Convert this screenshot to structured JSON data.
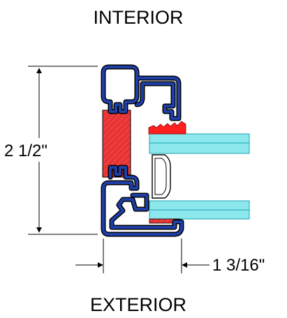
{
  "labels": {
    "top": "INTERIOR",
    "bottom": "EXTERIOR",
    "height_dimension": "2  1/2\"",
    "width_dimension": "1  3/16\""
  },
  "colors": {
    "frame": "#1f3fa8",
    "frame_outline": "#000000",
    "thermal_break": "#ee3b3b",
    "glass": "#8de8ee",
    "glass_stripe": "#1aa5b0",
    "gasket": "#ff1f1f",
    "line": "#000000"
  }
}
